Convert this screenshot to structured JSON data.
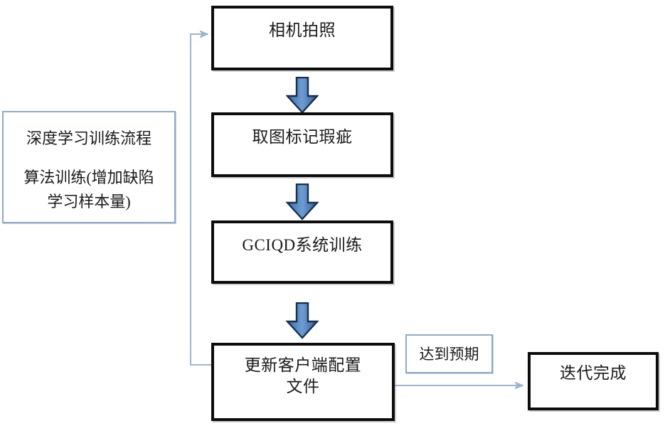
{
  "diagram": {
    "title_note": {
      "line1": "深度学习训练流程",
      "line2": "算法训练(增加缺陷\n学习样本量)"
    },
    "steps": [
      {
        "id": "capture",
        "label": "相机拍照"
      },
      {
        "id": "annotate",
        "label": "取图标记瑕疵"
      },
      {
        "id": "train",
        "label": "GCIQD系统训练"
      },
      {
        "id": "update",
        "label": "更新客户端配置\n文件"
      }
    ],
    "condition": {
      "id": "expected",
      "label": "达到预期"
    },
    "terminal": {
      "id": "done",
      "label": "迭代完成"
    },
    "colors": {
      "box_border": "#0d0d0d",
      "note_border": "#8ea9c8",
      "arrow_fill": "#4a7ebb",
      "arrow_stroke": "#1f3864",
      "connector": "#8ea9c8",
      "text": "#1a1a1a",
      "background": "#ffffff"
    }
  }
}
